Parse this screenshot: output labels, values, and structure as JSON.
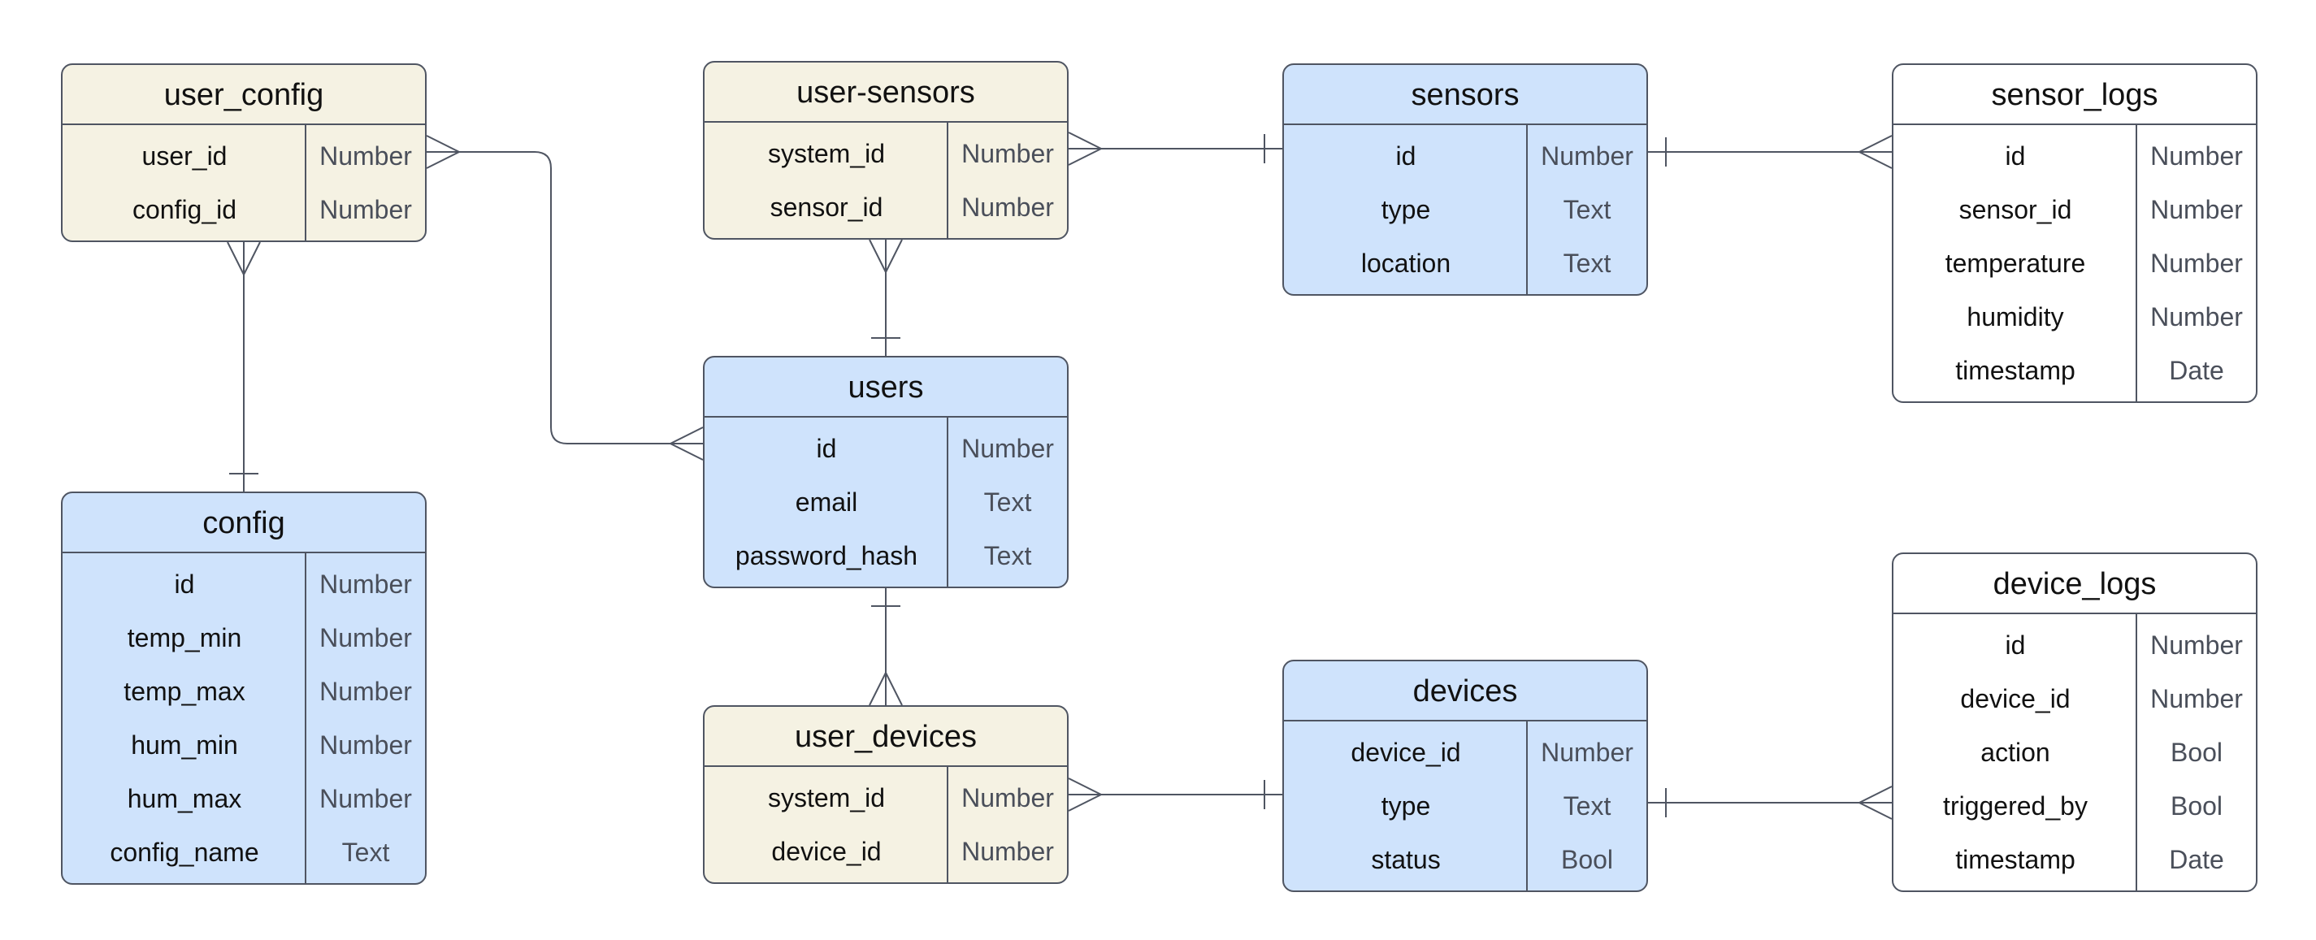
{
  "colors": {
    "blue": "#cfe3fc",
    "cream": "#f5f2e3",
    "white": "#ffffff",
    "stroke": "#4f5562"
  },
  "entities": [
    {
      "id": "user_config",
      "title": "user_config",
      "color": "cream",
      "fields": [
        {
          "name": "user_id",
          "type": "Number"
        },
        {
          "name": "config_id",
          "type": "Number"
        }
      ]
    },
    {
      "id": "config",
      "title": "config",
      "color": "blue",
      "fields": [
        {
          "name": "id",
          "type": "Number"
        },
        {
          "name": "temp_min",
          "type": "Number"
        },
        {
          "name": "temp_max",
          "type": "Number"
        },
        {
          "name": "hum_min",
          "type": "Number"
        },
        {
          "name": "hum_max",
          "type": "Number"
        },
        {
          "name": "config_name",
          "type": "Text"
        }
      ]
    },
    {
      "id": "user_sensors",
      "title": "user-sensors",
      "color": "cream",
      "fields": [
        {
          "name": "system_id",
          "type": "Number"
        },
        {
          "name": "sensor_id",
          "type": "Number"
        }
      ]
    },
    {
      "id": "users",
      "title": "users",
      "color": "blue",
      "fields": [
        {
          "name": "id",
          "type": "Number"
        },
        {
          "name": "email",
          "type": "Text"
        },
        {
          "name": "password_hash",
          "type": "Text"
        }
      ]
    },
    {
      "id": "user_devices",
      "title": "user_devices",
      "color": "cream",
      "fields": [
        {
          "name": "system_id",
          "type": "Number"
        },
        {
          "name": "device_id",
          "type": "Number"
        }
      ]
    },
    {
      "id": "sensors",
      "title": "sensors",
      "color": "blue",
      "fields": [
        {
          "name": "id",
          "type": "Number"
        },
        {
          "name": "type",
          "type": "Text"
        },
        {
          "name": "location",
          "type": "Text"
        }
      ]
    },
    {
      "id": "devices",
      "title": "devices",
      "color": "blue",
      "fields": [
        {
          "name": "device_id",
          "type": "Number"
        },
        {
          "name": "type",
          "type": "Text"
        },
        {
          "name": "status",
          "type": "Bool"
        }
      ]
    },
    {
      "id": "sensor_logs",
      "title": "sensor_logs",
      "color": "white",
      "fields": [
        {
          "name": "id",
          "type": "Number"
        },
        {
          "name": "sensor_id",
          "type": "Number"
        },
        {
          "name": "temperature",
          "type": "Number"
        },
        {
          "name": "humidity",
          "type": "Number"
        },
        {
          "name": "timestamp",
          "type": "Date"
        }
      ]
    },
    {
      "id": "device_logs",
      "title": "device_logs",
      "color": "white",
      "fields": [
        {
          "name": "id",
          "type": "Number"
        },
        {
          "name": "device_id",
          "type": "Number"
        },
        {
          "name": "action",
          "type": "Bool"
        },
        {
          "name": "triggered_by",
          "type": "Bool"
        },
        {
          "name": "timestamp",
          "type": "Date"
        }
      ]
    }
  ],
  "relationships": [
    {
      "from": "user_config",
      "from_end": "many",
      "to": "users",
      "to_end": "many"
    },
    {
      "from": "user_config",
      "from_end": "many",
      "to": "config",
      "to_end": "one"
    },
    {
      "from": "user_sensors",
      "from_end": "many",
      "to": "sensors",
      "to_end": "one"
    },
    {
      "from": "user_sensors",
      "from_end": "many",
      "to": "users",
      "to_end": "one"
    },
    {
      "from": "user_devices",
      "from_end": "many",
      "to": "users",
      "to_end": "one"
    },
    {
      "from": "user_devices",
      "from_end": "many",
      "to": "devices",
      "to_end": "one"
    },
    {
      "from": "sensors",
      "from_end": "one",
      "to": "sensor_logs",
      "to_end": "many"
    },
    {
      "from": "devices",
      "from_end": "one",
      "to": "device_logs",
      "to_end": "many"
    }
  ]
}
